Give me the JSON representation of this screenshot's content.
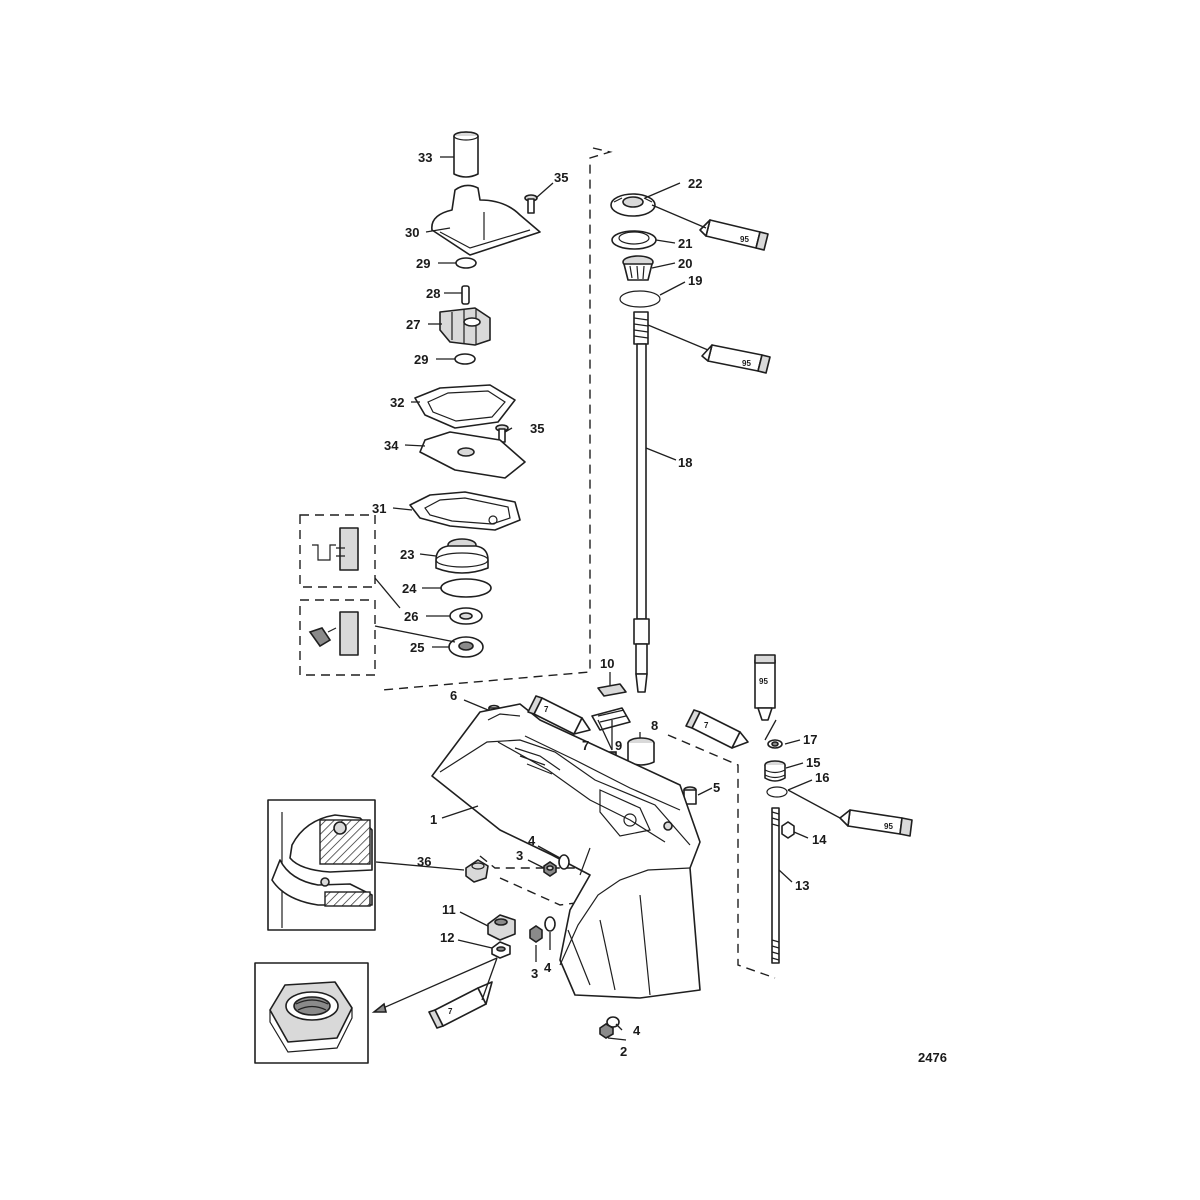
{
  "diagram": {
    "figure_number": "2476",
    "callouts": {
      "c1": "1",
      "c2": "2",
      "c3a": "3",
      "c3b": "3",
      "c4a": "4",
      "c4b": "4",
      "c4c": "4",
      "c5": "5",
      "c6": "6",
      "c7a": "7",
      "c8": "8",
      "c9": "9",
      "c10": "10",
      "c11": "11",
      "c12": "12",
      "c13": "13",
      "c14": "14",
      "c15": "15",
      "c16": "16",
      "c17": "17",
      "c18": "18",
      "c19": "19",
      "c20": "20",
      "c21": "21",
      "c22": "22",
      "c23": "23",
      "c24": "24",
      "c25": "25",
      "c26": "26",
      "c27": "27",
      "c28": "28",
      "c29a": "29",
      "c29b": "29",
      "c30": "30",
      "c31": "31",
      "c32": "32",
      "c33": "33",
      "c34": "34",
      "c35a": "35",
      "c35b": "35",
      "c36": "36"
    },
    "tubes": {
      "t95_shaft_top": "95",
      "t95_shaft_mid": "95",
      "t95_right_upper": "95",
      "t95_right_lower": "95",
      "t7_left": "7",
      "t7_right": "7",
      "t7_bottom": "7"
    }
  }
}
